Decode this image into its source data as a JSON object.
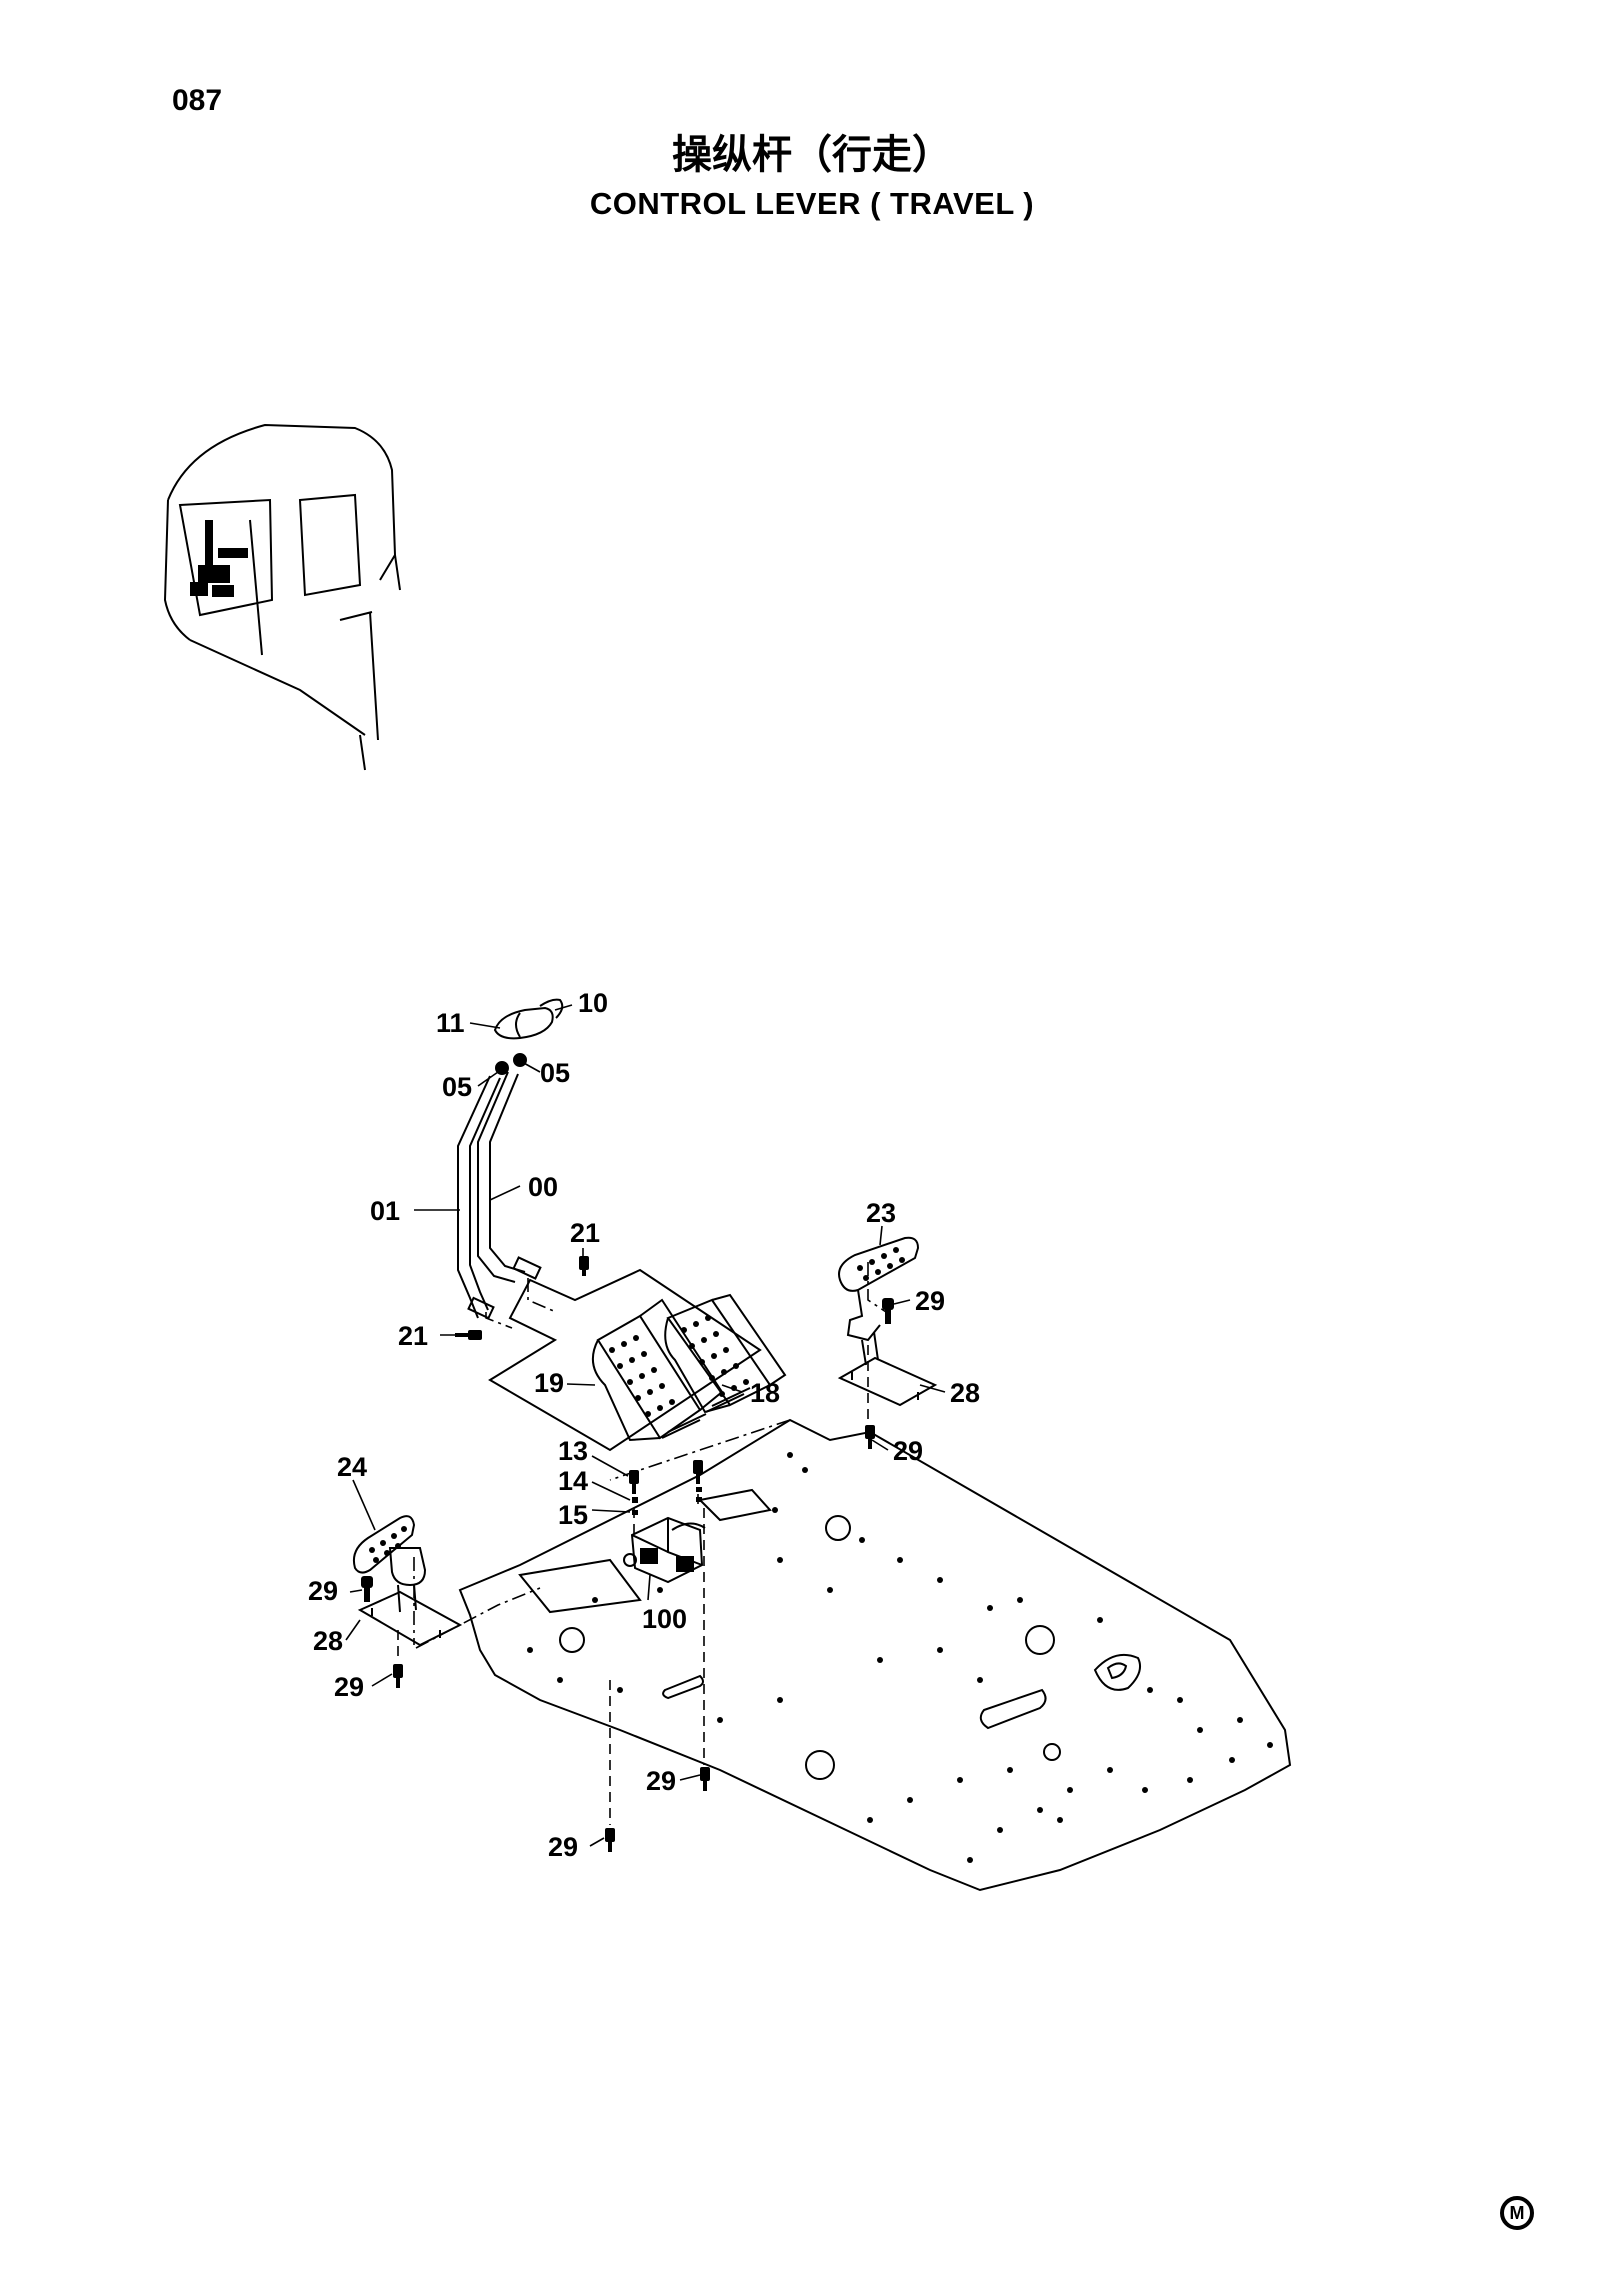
{
  "page_number": "087",
  "title_cn": "操纵杆（行走）",
  "title_en": "CONTROL  LEVER ( TRAVEL )",
  "corner_mark": "M",
  "callouts": {
    "c00": "00",
    "c01": "01",
    "c05a": "05",
    "c05b": "05",
    "c10": "10",
    "c11": "11",
    "c13": "13",
    "c14": "14",
    "c15": "15",
    "c18": "18",
    "c19": "19",
    "c21a": "21",
    "c21b": "21",
    "c23": "23",
    "c24": "24",
    "c28a": "28",
    "c28b": "28",
    "c29a": "29",
    "c29b": "29",
    "c29c": "29",
    "c29d": "29",
    "c29e": "29",
    "c29f": "29",
    "c100": "100"
  }
}
